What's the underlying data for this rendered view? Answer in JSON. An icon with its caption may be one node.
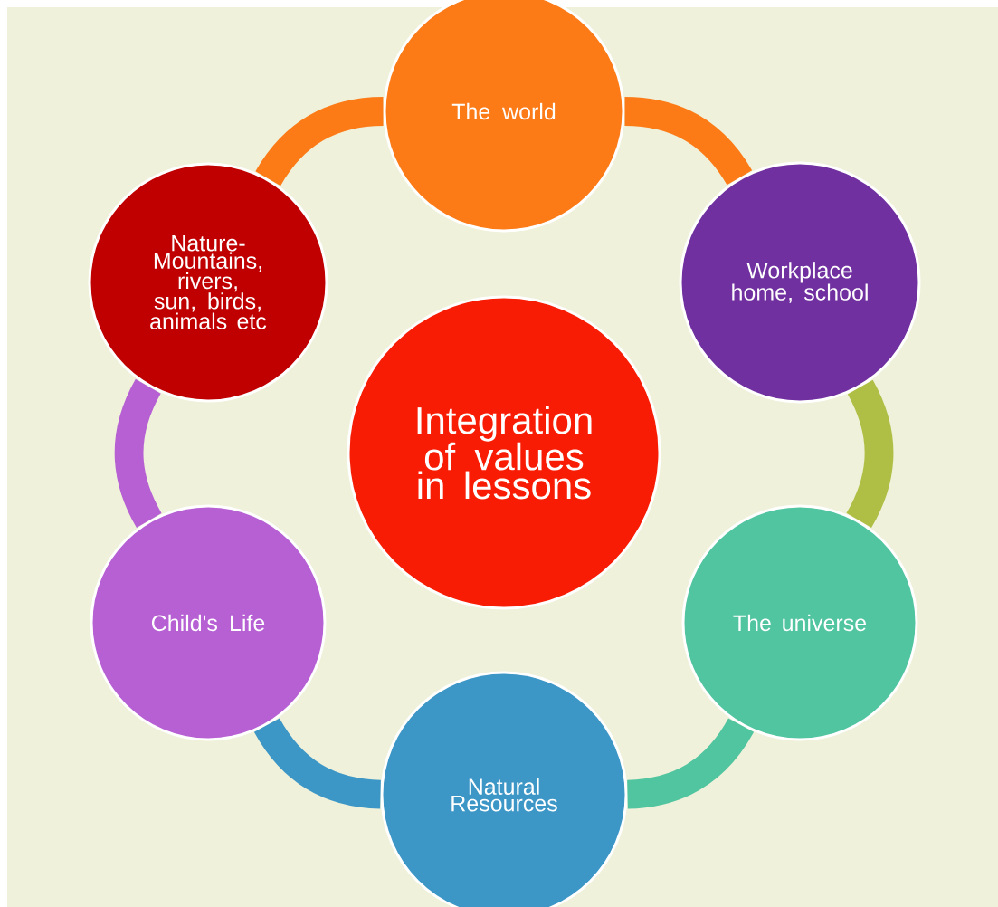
{
  "diagram": {
    "nodes": [
      {
        "text": [
          "Integration of values in lessons"
        ]
      },
      {
        "text": [
          "The world"
        ]
      },
      {
        "text": [
          "Workplace home, school"
        ]
      },
      {
        "text": [
          "The universe"
        ]
      },
      {
        "text": [
          "Natural Resources"
        ]
      },
      {
        "text": [
          "Child's Life"
        ]
      },
      {
        "text": [
          "Nature- Mountains, rivers, sun, birds, animals etc"
        ]
      }
    ],
    "edges": [
      {
        "from": 1,
        "to": 2,
        "arrow": "none",
        "color": "#fd7b17"
      },
      {
        "from": 2,
        "to": 3,
        "arrow": "none",
        "color": "#afbf45"
      },
      {
        "from": 3,
        "to": 4,
        "arrow": "none",
        "color": "#51c4a0"
      },
      {
        "from": 4,
        "to": 5,
        "arrow": "none",
        "color": "#3c96c6"
      },
      {
        "from": 5,
        "to": 6,
        "arrow": "none",
        "color": "#b660d4"
      },
      {
        "from": 6,
        "to": 1,
        "arrow": "none",
        "color": "#fd7b17"
      }
    ]
  }
}
